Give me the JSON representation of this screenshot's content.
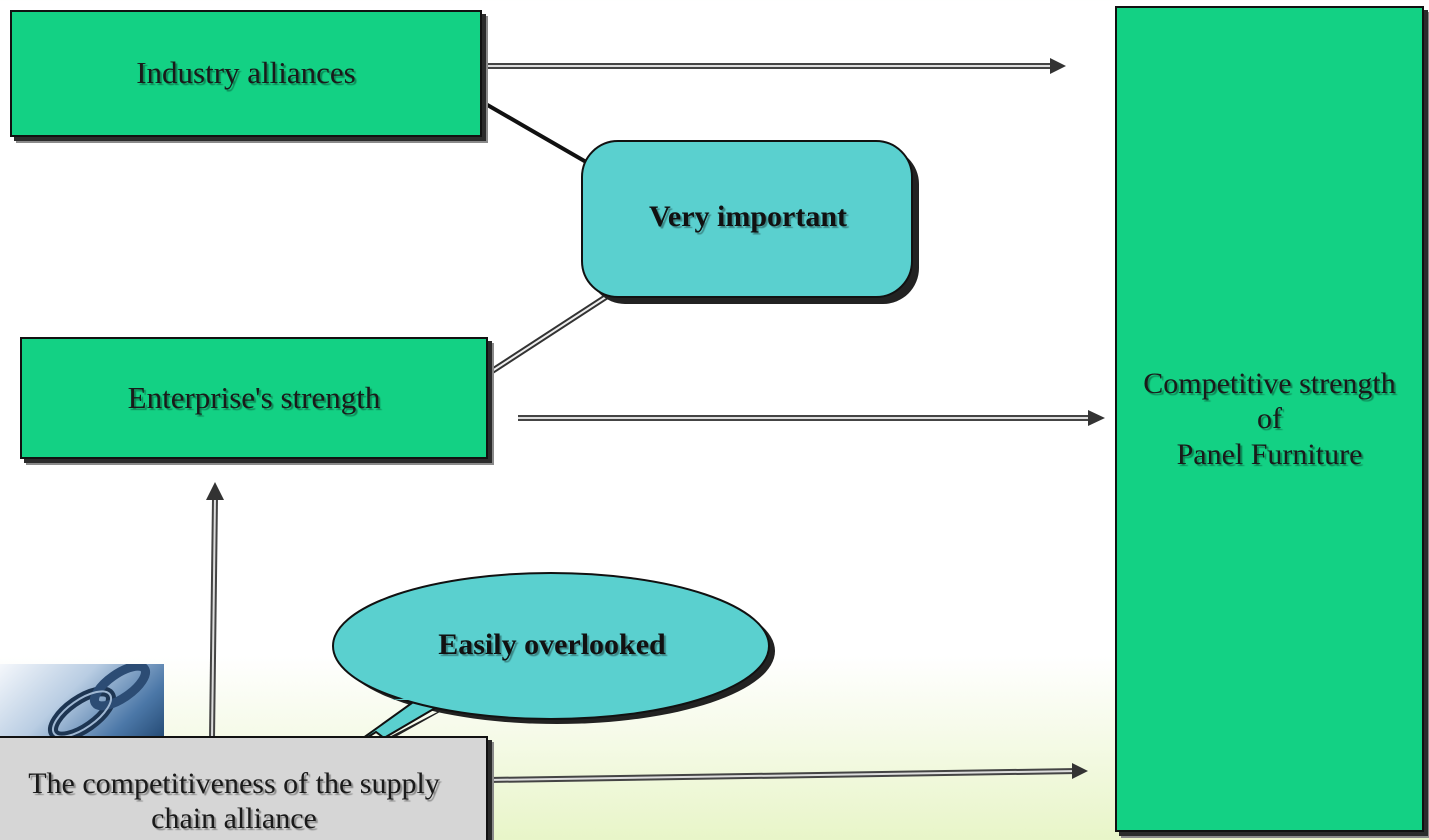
{
  "nodes": {
    "industry_alliances": "Industry alliances",
    "enterprise_strength": "Enterprise's strength",
    "supply_chain": "The competitiveness of the supply\nchain alliance",
    "competitive_strength": "Competitive strength\nof\nPanel Furniture"
  },
  "callouts": {
    "very_important": "Very important",
    "easily_overlooked": "Easily overlooked"
  },
  "colors": {
    "box_green": "#13d184",
    "callout_teal": "#5ad0cf",
    "supply_box_gray": "#d6d6d6"
  },
  "icons": {
    "logo": "chain-link-icon"
  }
}
